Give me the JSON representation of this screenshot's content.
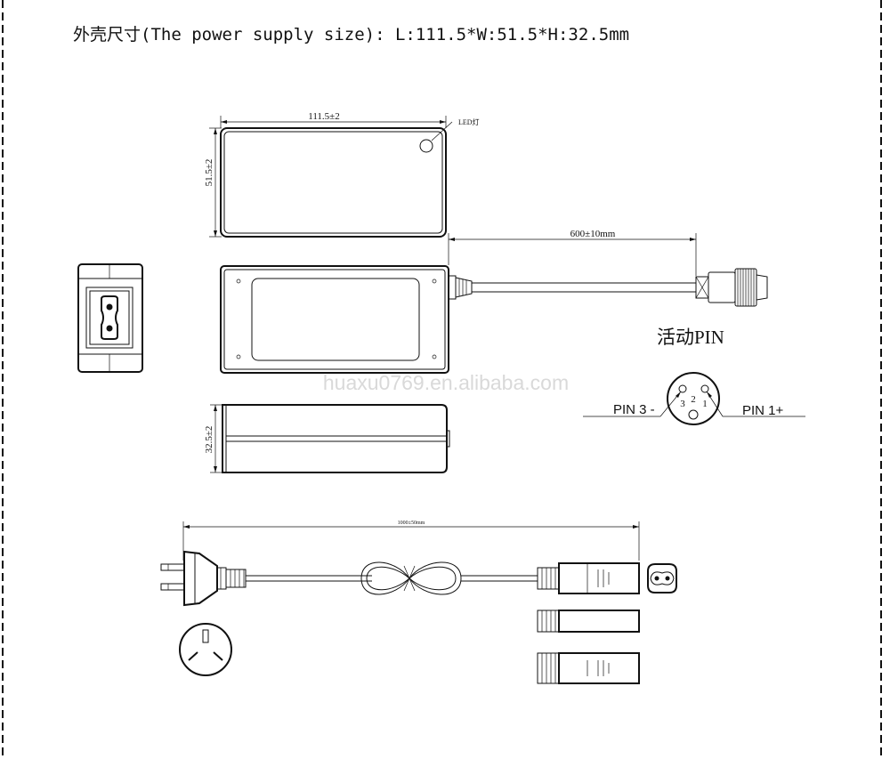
{
  "header": {
    "title": "外壳尺寸(The power supply size): L:111.5*W:51.5*H:32.5mm"
  },
  "drawing": {
    "length_dim": "111.5±2",
    "width_dim": "51.5±2",
    "height_dim": "32.5±2",
    "led_label": "LED灯",
    "dc_cable_dim": "600±10mm",
    "ac_cable_dim": "1000±50mm"
  },
  "connector": {
    "title": "活动PIN",
    "pin3_label": "PIN 3 -",
    "pin1_label": "PIN 1+",
    "pin_numbers": [
      "3",
      "2",
      "1"
    ]
  },
  "watermark": "huaxu0769.en.alibaba.com"
}
